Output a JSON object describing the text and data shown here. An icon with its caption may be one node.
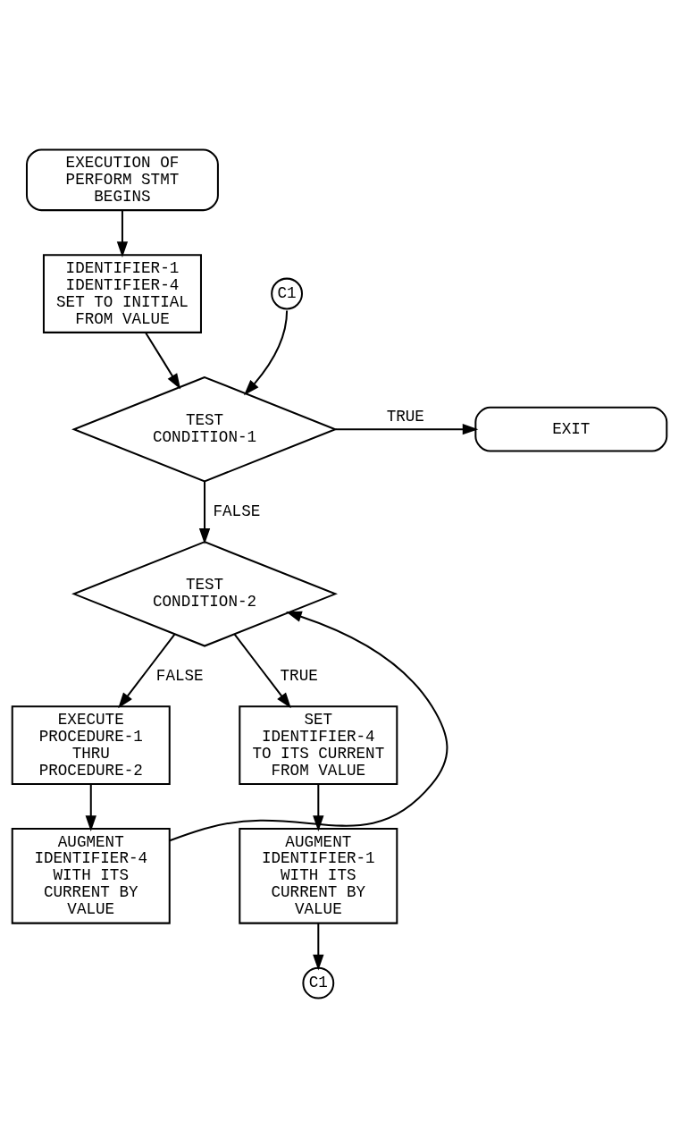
{
  "diagram": {
    "nodes": [
      {
        "text": [
          "EXECUTION OF PERFORM STMT BEGINS"
        ]
      },
      {
        "text": [
          "IDENTIFIER-1 IDENTIFIER-4 SET TO INITIAL FROM VALUE"
        ]
      },
      {
        "text": [
          "C1"
        ]
      },
      {
        "text": [
          "TEST CONDITION-1"
        ]
      },
      {
        "text": [
          "EXIT"
        ]
      },
      {
        "text": [
          "TEST CONDITION-2"
        ]
      },
      {
        "text": [
          "EXECUTE PROCEDURE-1 THRU PROCEDURE-2"
        ]
      },
      {
        "text": [
          "SET IDENTIFIER-4 TO ITS CURRENT FROM VALUE"
        ]
      },
      {
        "text": [
          "AUGMENT IDENTIFIER-4 WITH ITS CURRENT BY VALUE"
        ]
      },
      {
        "text": [
          "AUGMENT IDENTIFIER-1 WITH ITS CURRENT BY VALUE"
        ]
      },
      {
        "text": [
          "C1"
        ]
      }
    ],
    "edges": [
      {
        "from": 0,
        "to": 1,
        "arrow": "to"
      },
      {
        "from": 1,
        "to": 3,
        "arrow": "to"
      },
      {
        "from": 2,
        "to": 3,
        "arrow": "to"
      },
      {
        "from": 3,
        "to": 4,
        "label": "TRUE",
        "arrow": "to"
      },
      {
        "from": 3,
        "to": 5,
        "label": "FALSE",
        "arrow": "to"
      },
      {
        "from": 5,
        "to": 7,
        "label": "TRUE",
        "arrow": "to"
      },
      {
        "from": 5,
        "to": 6,
        "label": "FALSE",
        "arrow": "to"
      },
      {
        "from": 6,
        "to": 8,
        "arrow": "to"
      },
      {
        "from": 8,
        "to": 5,
        "arrow": "to"
      },
      {
        "from": 7,
        "to": 9,
        "arrow": "to"
      },
      {
        "from": 9,
        "to": 10,
        "arrow": "to"
      }
    ]
  }
}
